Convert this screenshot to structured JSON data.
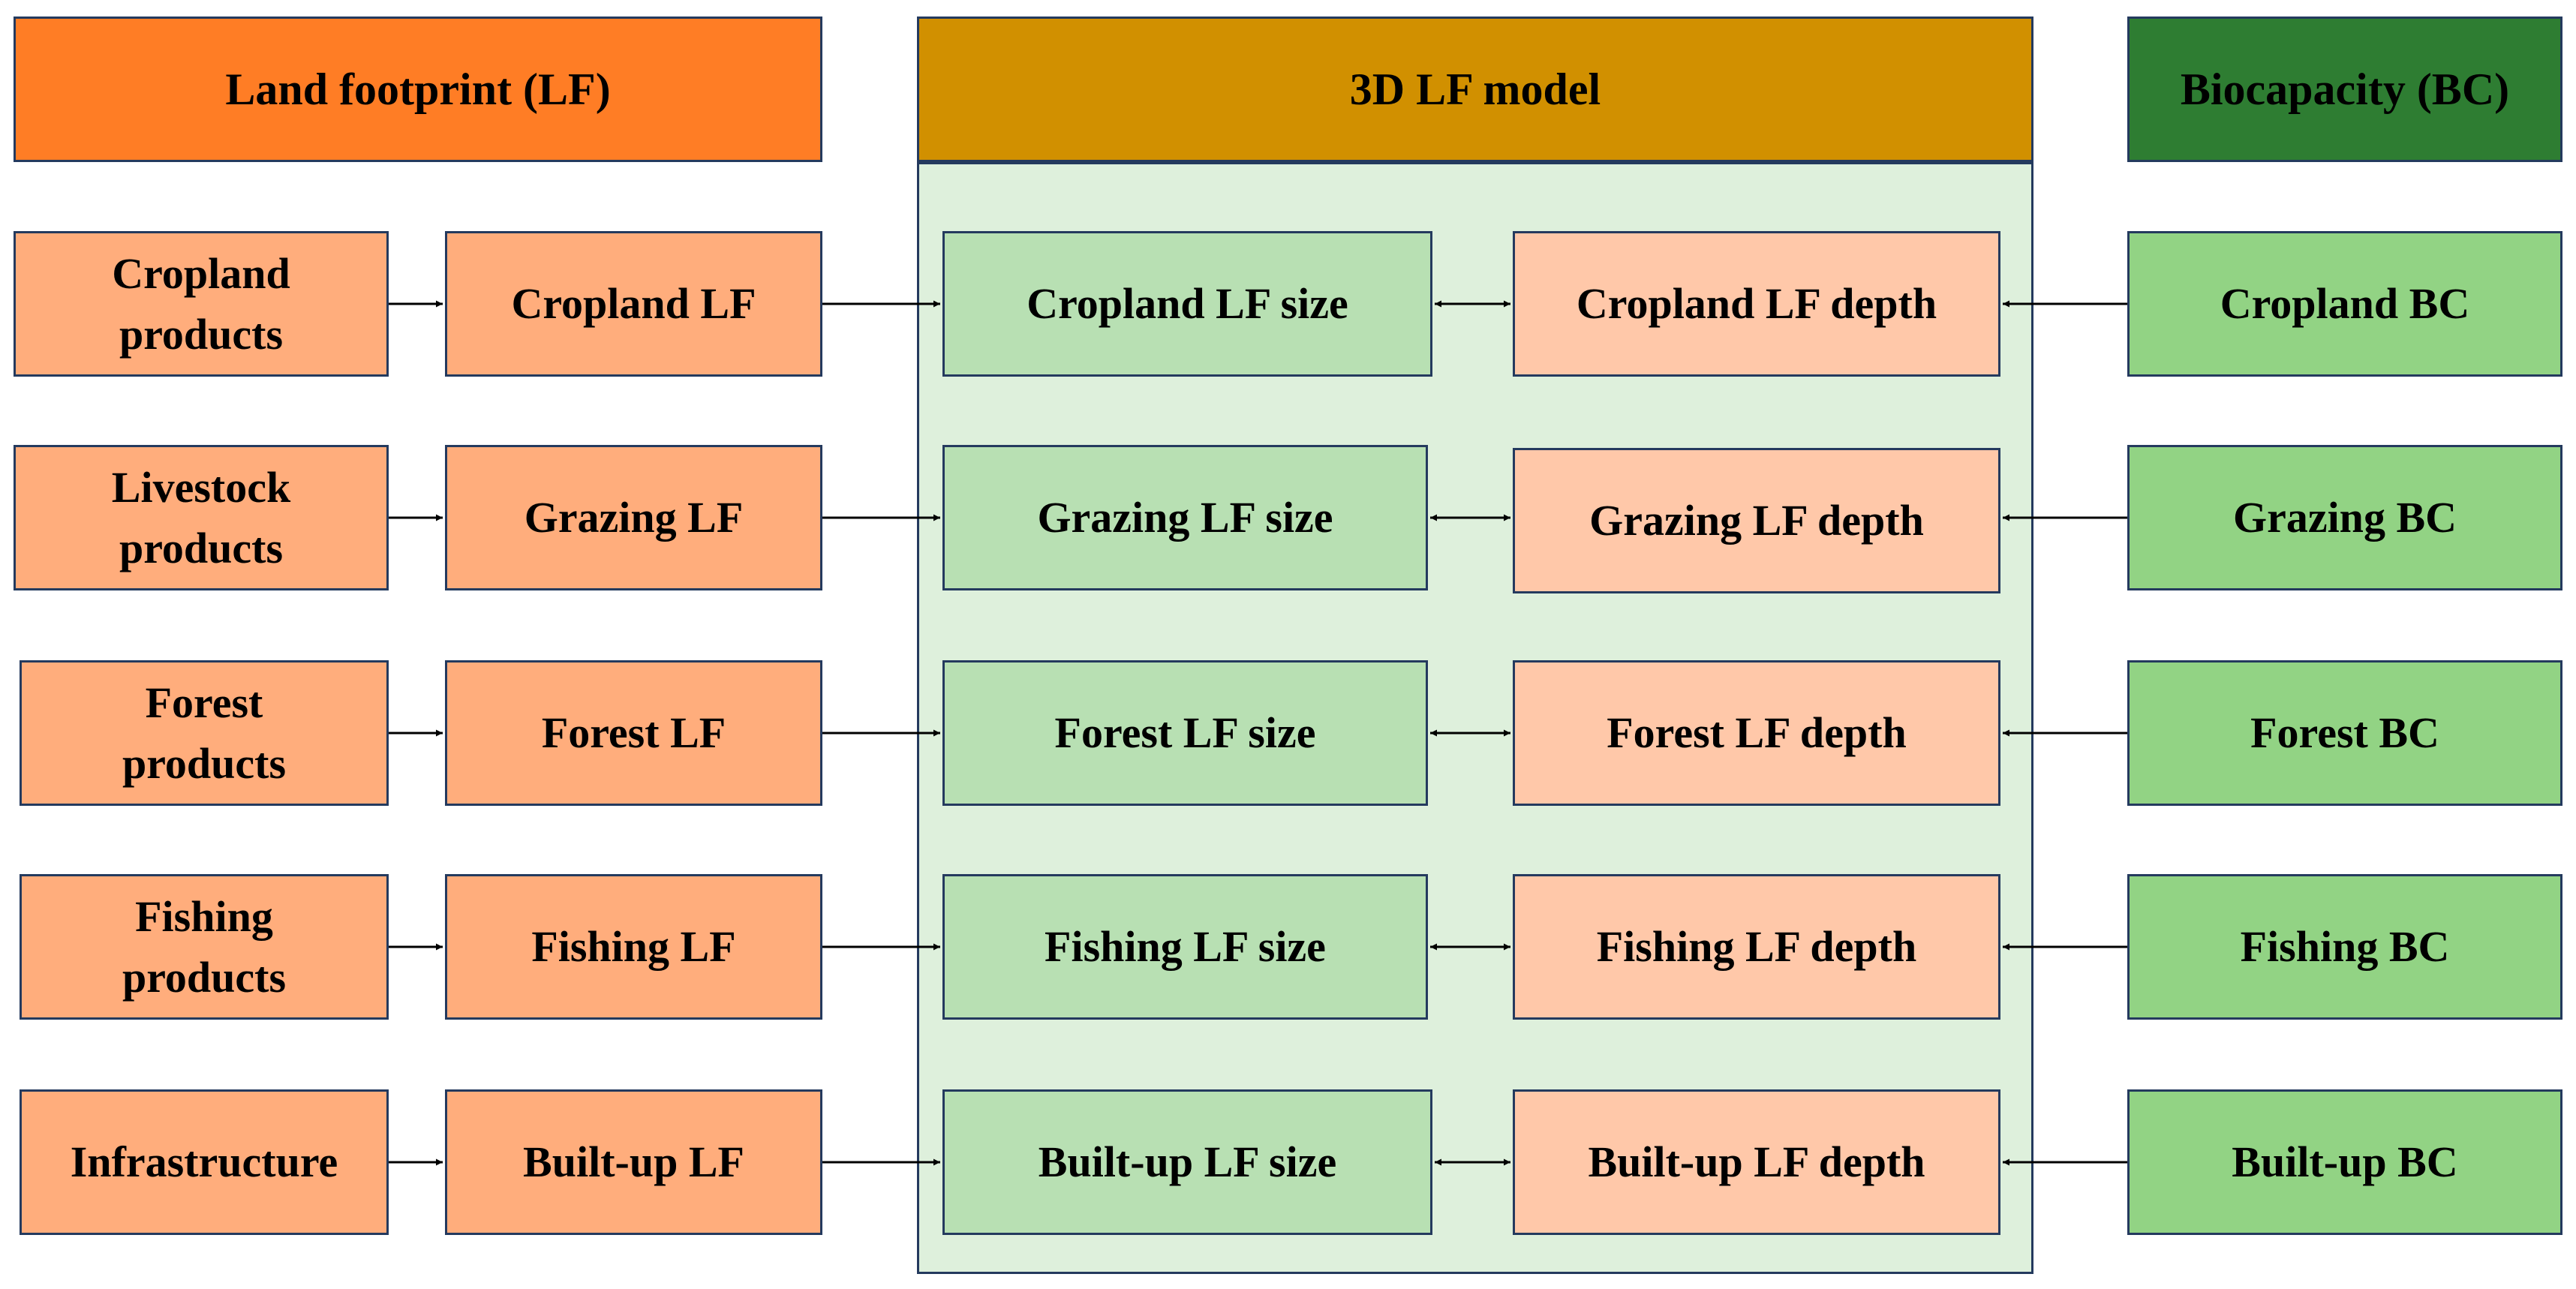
{
  "headers": {
    "land_footprint": "Land footprint (LF)",
    "model": "3D LF model",
    "biocapacity": "Biocapacity (BC)"
  },
  "rows": [
    {
      "product": "Cropland\nproducts",
      "lf": "Cropland LF",
      "size": "Cropland LF size",
      "depth": "Cropland LF depth",
      "bc": "Cropland BC"
    },
    {
      "product": "Livestock\nproducts",
      "lf": "Grazing LF",
      "size": "Grazing LF size",
      "depth": "Grazing LF  depth",
      "bc": "Grazing BC"
    },
    {
      "product": "Forest\nproducts",
      "lf": "Forest LF",
      "size": "Forest LF size",
      "depth": "Forest LF depth",
      "bc": "Forest BC"
    },
    {
      "product": "Fishing\nproducts",
      "lf": "Fishing LF",
      "size": "Fishing LF size",
      "depth": "Fishing LF depth",
      "bc": "Fishing BC"
    },
    {
      "product": "Infrastructure",
      "lf": "Built-up LF",
      "size": "Built-up LF size",
      "depth": "Built-up LF depth",
      "bc": "Built-up BC"
    }
  ],
  "colors": {
    "lf_header": "#ff7d25",
    "model_header": "#d19000",
    "bc_header": "#2e7d32",
    "lf_nodes": "#ffad7c",
    "size_nodes": "#b8e0b3",
    "depth_nodes": "#ffc8a9",
    "bc_nodes": "#92d384",
    "model_panel": "#def0dc",
    "border": "#243a5e"
  }
}
